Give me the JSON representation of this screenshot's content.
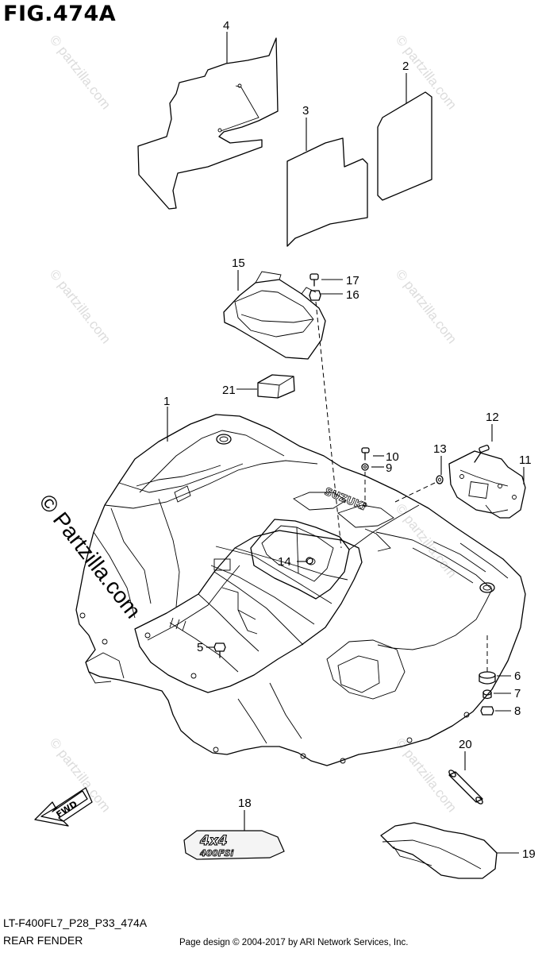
{
  "figure": {
    "title": "FIG.474A",
    "code": "LT-F400FL7_P28_P33_474A",
    "name": "REAR FENDER",
    "copyright": "Page design © 2004-2017 by ARI Network Services, Inc."
  },
  "watermark": {
    "small_text": "© partzilla.com",
    "large_text": "© Partzilla.com"
  },
  "decals": {
    "brand_text": "SUZUKI",
    "fwd_text": "FWD",
    "model_line1": "4x4",
    "model_line2": "400FSi"
  },
  "callouts": [
    {
      "id": "callout-1",
      "number": "1"
    },
    {
      "id": "callout-2",
      "number": "2"
    },
    {
      "id": "callout-3",
      "number": "3"
    },
    {
      "id": "callout-4",
      "number": "4"
    },
    {
      "id": "callout-5",
      "number": "5"
    },
    {
      "id": "callout-6",
      "number": "6"
    },
    {
      "id": "callout-7",
      "number": "7"
    },
    {
      "id": "callout-8",
      "number": "8"
    },
    {
      "id": "callout-9",
      "number": "9"
    },
    {
      "id": "callout-10",
      "number": "10"
    },
    {
      "id": "callout-11",
      "number": "11"
    },
    {
      "id": "callout-12",
      "number": "12"
    },
    {
      "id": "callout-13",
      "number": "13"
    },
    {
      "id": "callout-14",
      "number": "14"
    },
    {
      "id": "callout-15",
      "number": "15"
    },
    {
      "id": "callout-16",
      "number": "16"
    },
    {
      "id": "callout-17",
      "number": "17"
    },
    {
      "id": "callout-18",
      "number": "18"
    },
    {
      "id": "callout-19",
      "number": "19"
    },
    {
      "id": "callout-20",
      "number": "20"
    },
    {
      "id": "callout-21",
      "number": "21"
    }
  ]
}
